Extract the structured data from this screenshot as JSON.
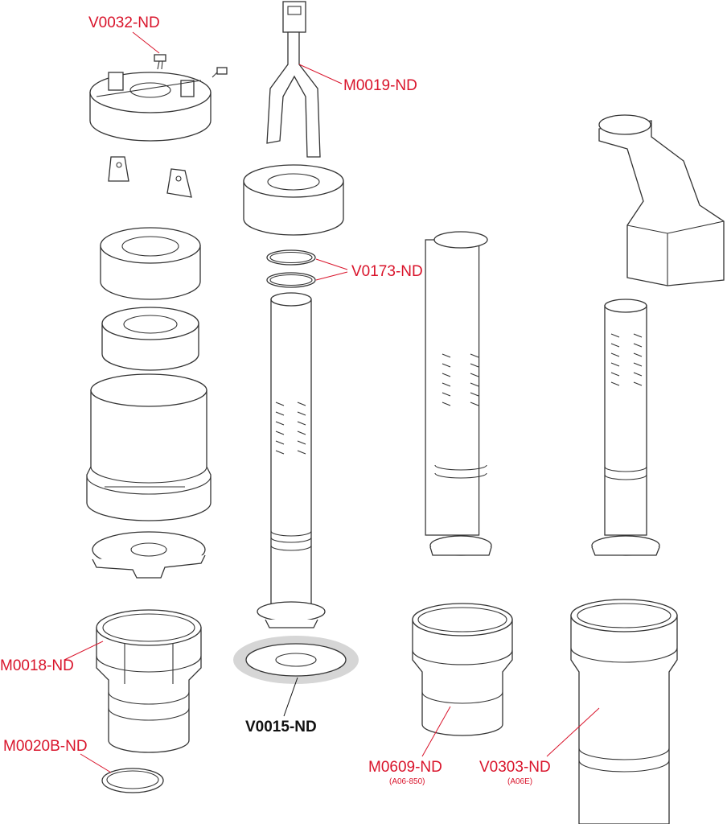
{
  "labels": {
    "v0032": "V0032-ND",
    "m0019": "M0019-ND",
    "v0173": "V0173-ND",
    "m0018": "M0018-ND",
    "v0015": "V0015-ND",
    "m0020b": "M0020B-ND",
    "m0609": "M0609-ND",
    "m0609_sub": "(A06-850)",
    "v0303": "V0303-ND",
    "v0303_sub": "(A06E)"
  },
  "colors": {
    "label": "#d9142b",
    "line": "#333333",
    "highlight": "#d6d6d6"
  }
}
